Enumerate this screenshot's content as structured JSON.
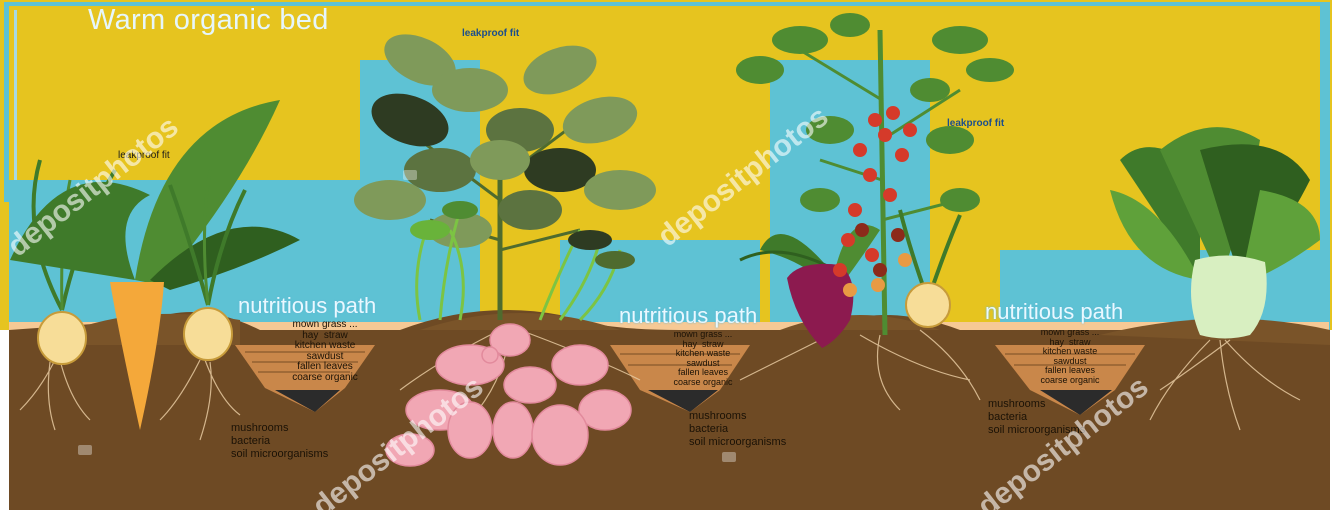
{
  "title": "Warm organic bed",
  "fit_labels": [
    "leakproof fit",
    "leakproof fit",
    "leakproof fit"
  ],
  "path_labels": [
    "nutritious path",
    "nutritious path",
    "nutritious path"
  ],
  "layers": [
    "mown grass ...",
    "hay",
    "straw",
    "kitchen waste",
    "sawdust",
    "fallen leaves",
    "coarse organic"
  ],
  "microbes": [
    "mushrooms",
    "bacteria",
    "soil microorganisms"
  ],
  "watermark": "depositphotos",
  "plants": [
    "onion",
    "carrot",
    "onion",
    "potato",
    "bean",
    "beetroot",
    "tomato",
    "onion",
    "bok-choy"
  ],
  "colors": {
    "sky": "#e6c41f",
    "water": "#5ec2d4",
    "path": "#f6c995",
    "soil": "#6e4a24",
    "bin_layers": "#c9874a",
    "leaf": "#4f8c32",
    "potato": "#f1a7b4",
    "beet": "#8c1a4f",
    "tomato_red": "#d53a2a",
    "onion": "#f7dd98"
  }
}
